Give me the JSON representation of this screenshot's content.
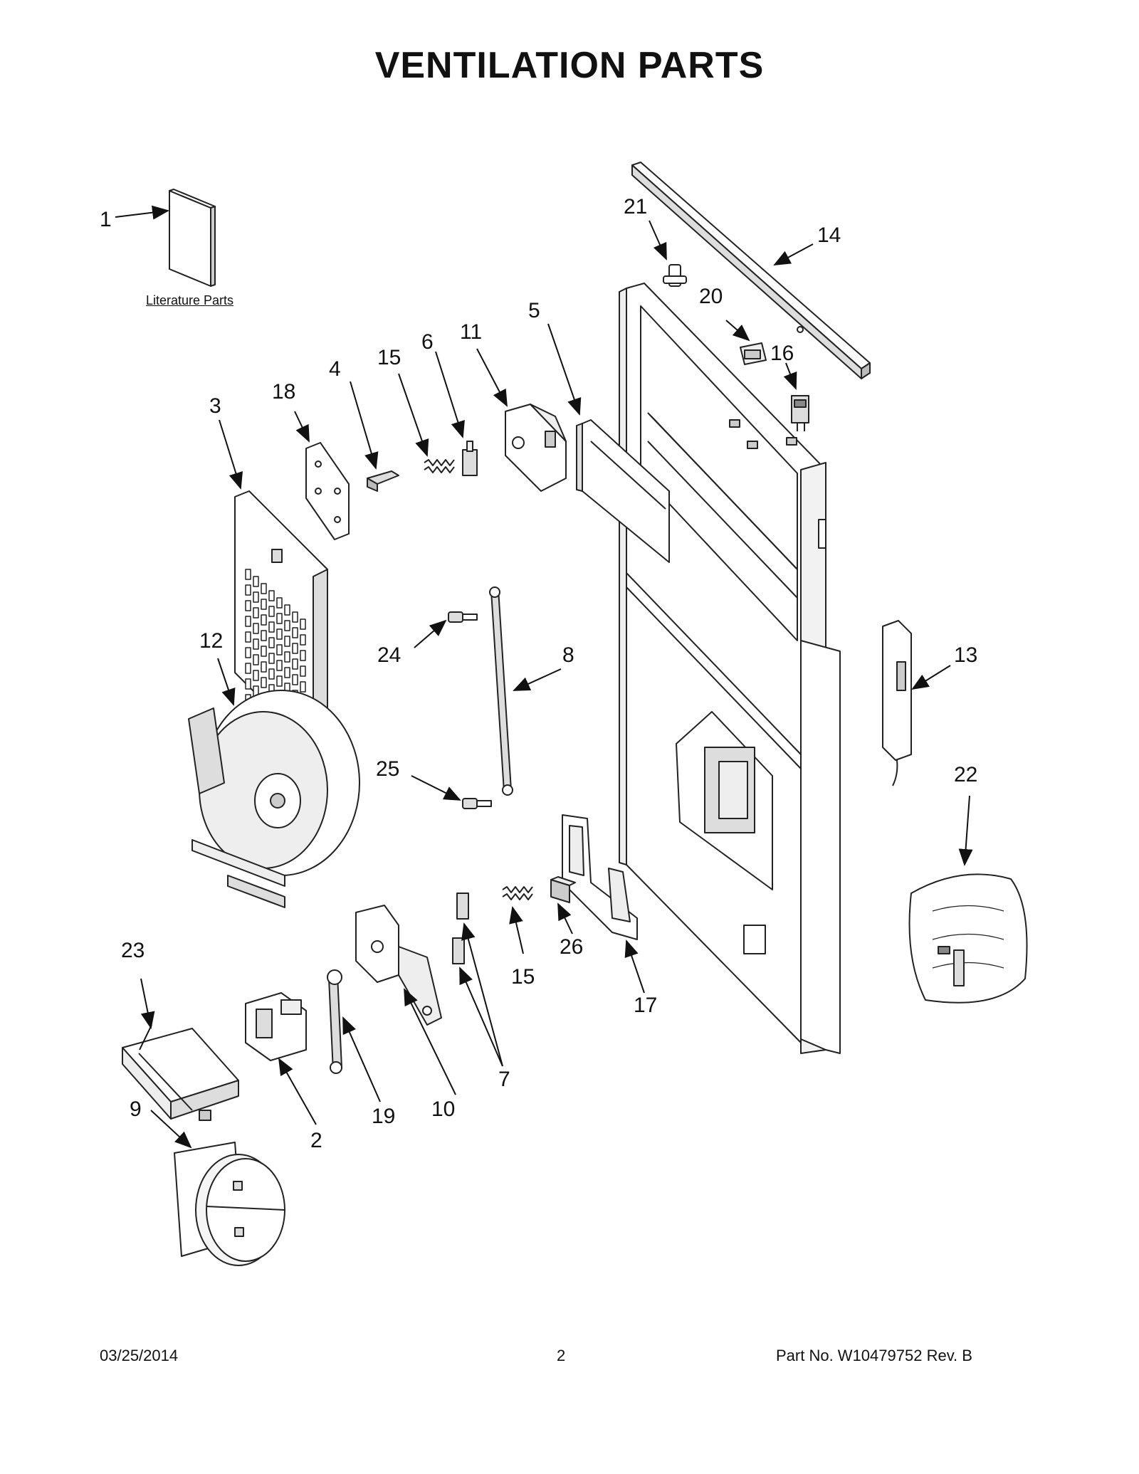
{
  "title": "VENTILATION  PARTS",
  "literature_label": "Literature Parts",
  "footer": {
    "date": "03/25/2014",
    "page": "2",
    "part_no": "Part No.  W10479752  Rev.  B"
  },
  "callouts": {
    "c1": "1",
    "c2": "2",
    "c3": "3",
    "c4": "4",
    "c5": "5",
    "c6": "6",
    "c7": "7",
    "c8": "8",
    "c9": "9",
    "c10": "10",
    "c11": "11",
    "c12": "12",
    "c13": "13",
    "c14": "14",
    "c15a": "15",
    "c15b": "15",
    "c16": "16",
    "c17": "17",
    "c18": "18",
    "c19": "19",
    "c20": "20",
    "c21": "21",
    "c22": "22",
    "c23": "23",
    "c24": "24",
    "c25": "25",
    "c26": "26"
  },
  "colors": {
    "line": "#222222",
    "fill": "#ffffff",
    "shade": "#dddddd"
  }
}
